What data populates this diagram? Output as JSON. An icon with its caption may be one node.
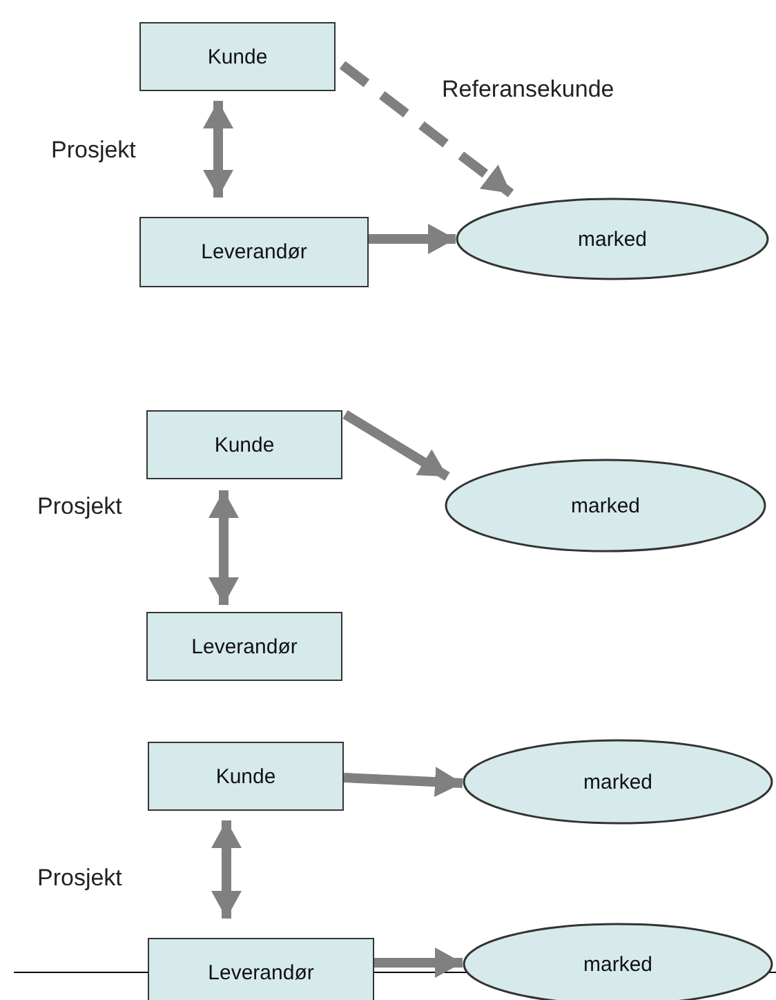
{
  "diagram": {
    "nodes": [
      {
        "text": [
          "Kunde"
        ]
      },
      {
        "text": [
          "Leverandør"
        ]
      },
      {
        "text": [
          "marked"
        ]
      },
      {
        "text": [
          "Kunde"
        ]
      },
      {
        "text": [
          "Leverandør"
        ]
      },
      {
        "text": [
          "marked"
        ]
      },
      {
        "text": [
          "Kunde"
        ]
      },
      {
        "text": [
          "marked"
        ]
      },
      {
        "text": [
          "Leverandør"
        ]
      },
      {
        "text": [
          "marked"
        ]
      }
    ],
    "edges": [
      {
        "from": 0,
        "to": 1,
        "arrow": "both",
        "label": "Prosjekt"
      },
      {
        "from": 0,
        "to": 2,
        "arrow": "to",
        "label": "Referansekunde",
        "style": "dashed"
      },
      {
        "from": 1,
        "to": 2,
        "arrow": "to"
      },
      {
        "from": 3,
        "to": 4,
        "arrow": "both",
        "label": "Prosjekt"
      },
      {
        "from": 3,
        "to": 5,
        "arrow": "to"
      },
      {
        "from": 6,
        "to": 7,
        "arrow": "to"
      },
      {
        "from": 6,
        "to": 8,
        "arrow": "both",
        "label": "Prosjekt"
      },
      {
        "from": 8,
        "to": 9,
        "arrow": "to"
      }
    ]
  }
}
